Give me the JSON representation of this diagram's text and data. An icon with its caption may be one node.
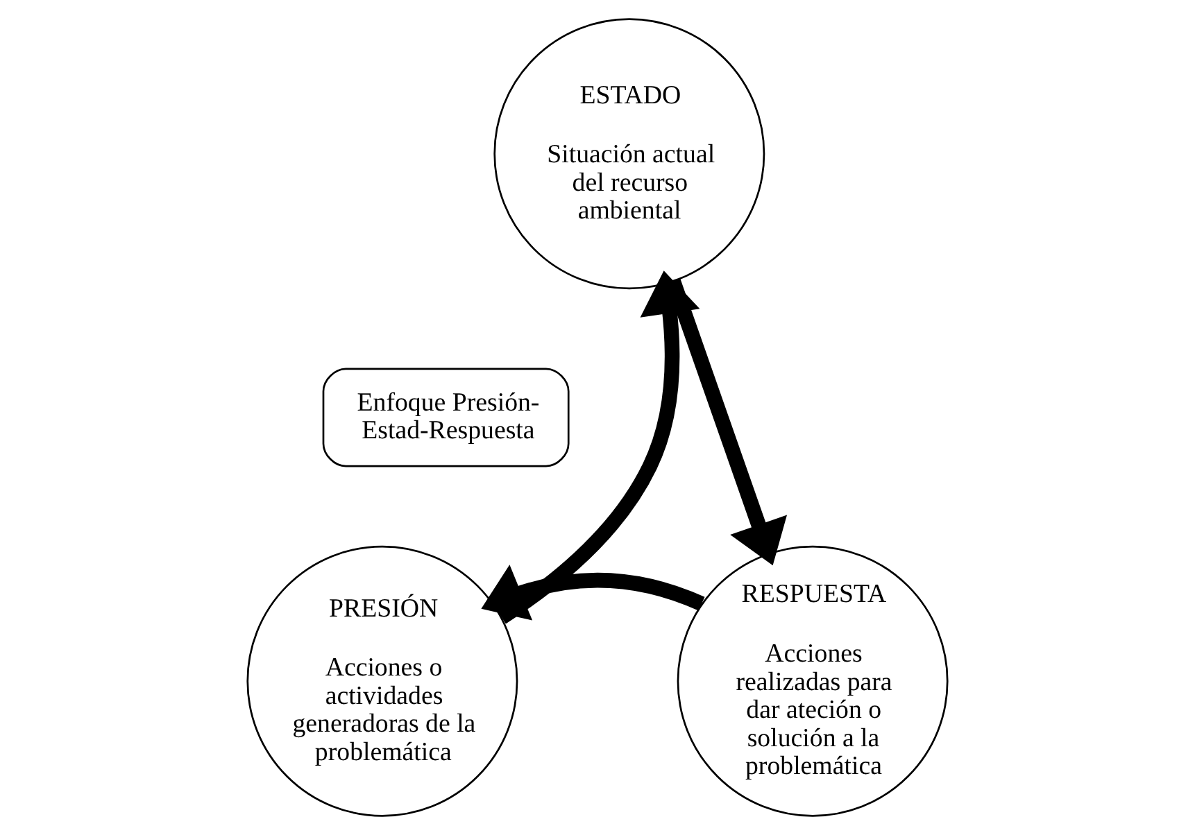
{
  "diagram": {
    "nodes": [
      {
        "text": [
          "ESTADO",
          "Situación actual del recurso ambiental"
        ]
      },
      {
        "text": [
          "Enfoque Presión-Estad-Respuesta"
        ]
      },
      {
        "text": [
          "PRESIÓN",
          "Acciones o actividades generadoras de la problemática"
        ]
      },
      {
        "text": [
          "RESPUESTA",
          "Acciones realizadas para dar ateción o solución a la problemática"
        ]
      }
    ],
    "edges": [
      {
        "from": 2,
        "to": 0,
        "arrow": "to"
      },
      {
        "from": 0,
        "to": 3,
        "arrow": "to"
      },
      {
        "from": 3,
        "to": 2,
        "arrow": "to"
      }
    ]
  }
}
